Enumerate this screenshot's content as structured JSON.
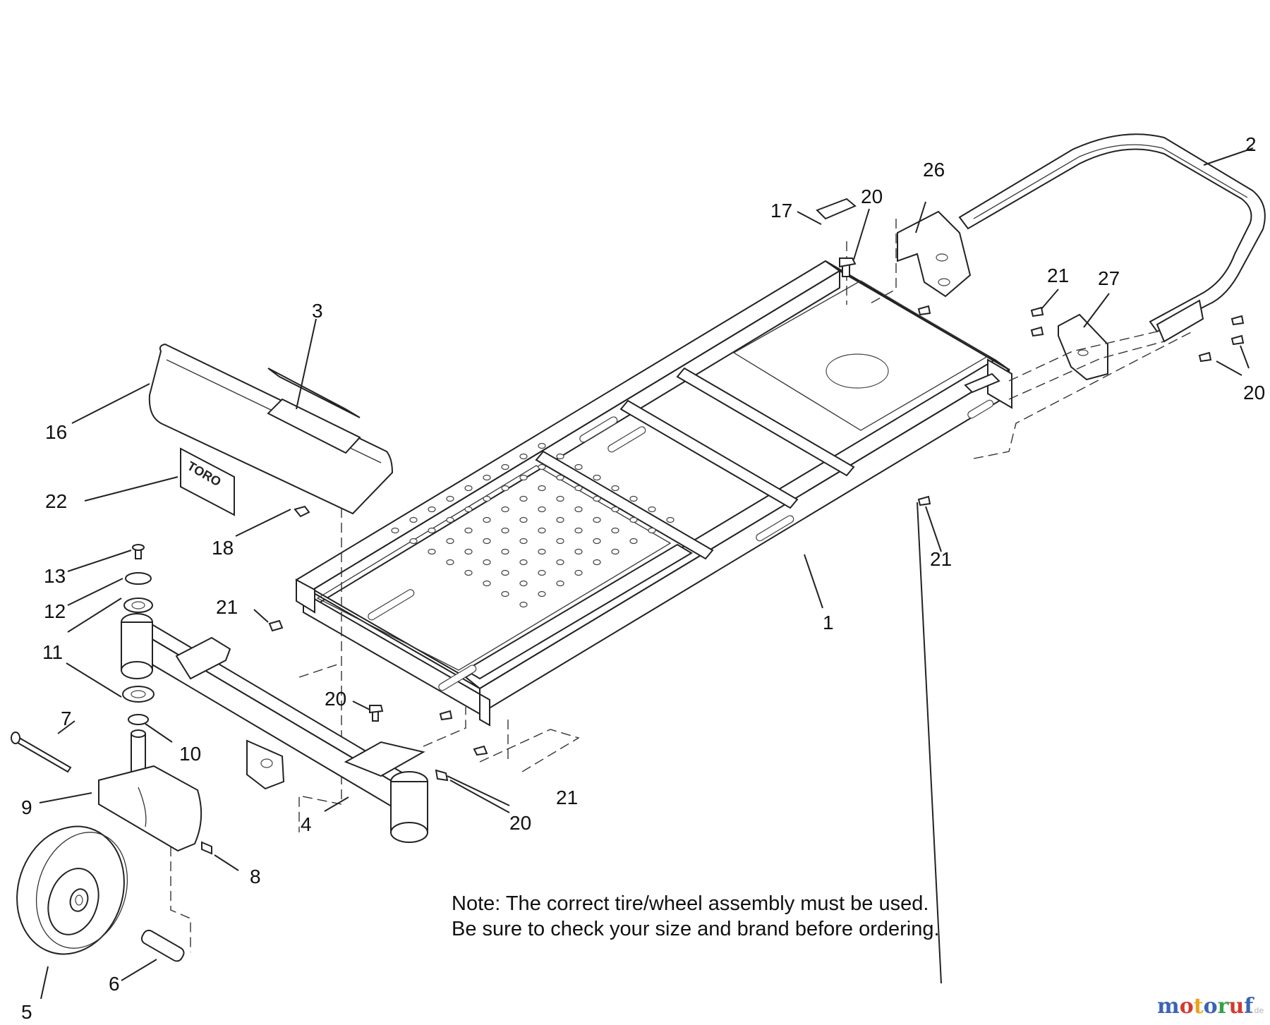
{
  "callouts": {
    "c1": "1",
    "c2": "2",
    "c3": "3",
    "c4": "4",
    "c5": "5",
    "c6": "6",
    "c7": "7",
    "c8": "8",
    "c9": "9",
    "c10": "10",
    "c11": "11",
    "c12": "12",
    "c13": "13",
    "c16": "16",
    "c17": "17",
    "c18": "18",
    "c20a": "20",
    "c20b": "20",
    "c20c": "20",
    "c20d": "20",
    "c21a": "21",
    "c21b": "21",
    "c21c": "21",
    "c21d": "21",
    "c22": "22",
    "c26": "26",
    "c27": "27"
  },
  "note": {
    "line1": "Note: The correct tire/wheel assembly must be used.",
    "line2": "Be sure to check your size and brand before ordering."
  },
  "decal_text": "TORO",
  "watermark": {
    "letters": [
      "m",
      "o",
      "t",
      "o",
      "r",
      "u",
      "f"
    ],
    "colors": [
      "#3a64b5",
      "#d43a2f",
      "#e9a41c",
      "#3a64b5",
      "#3aa046",
      "#d43a2f",
      "#3a64b5"
    ],
    "suffix": ".de"
  }
}
